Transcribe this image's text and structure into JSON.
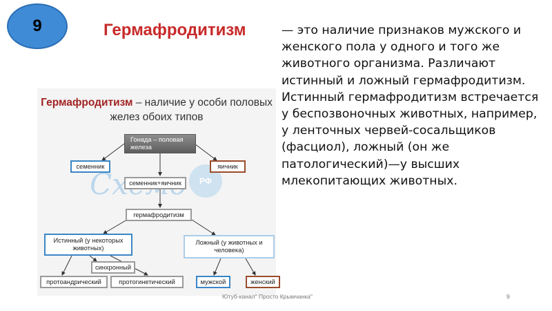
{
  "slide_number": "9",
  "title": "Гермафродитизм",
  "definition_text": "—   это наличие признаков мужского и женского пола у одного и того же животного организма. Различают истинный и ложный гермафродитизм. Истинный гермафродитизм встречается у беспозвоночных животных, например, у ленточных червей-сосальщиков (фасциол), ложный (он же патологический)—у высших млекопитающих животных.",
  "diagram": {
    "heading_term": "Гермафродитизм",
    "heading_rest": " – наличие у особи половых желез обоих типов",
    "gonad": "Гонада – половая железа",
    "testis": "семенник",
    "ovary": "яичник",
    "combined": "семенник+яичник",
    "hermaphroditism": "гермафродитизм",
    "true_type": "Истинный (у некоторых животных)",
    "false_type": "Ложный (у животных и человека)",
    "synchronous": "синхронный",
    "protandric": "протоандрический",
    "protogynous": "протогинетический",
    "male": "мужской",
    "female": "женский"
  },
  "watermark": {
    "text": "Схемо",
    "badge": "РФ"
  },
  "footer": "Ютуб-канал\" Просто Крымчанка\"",
  "page_number": "9"
}
